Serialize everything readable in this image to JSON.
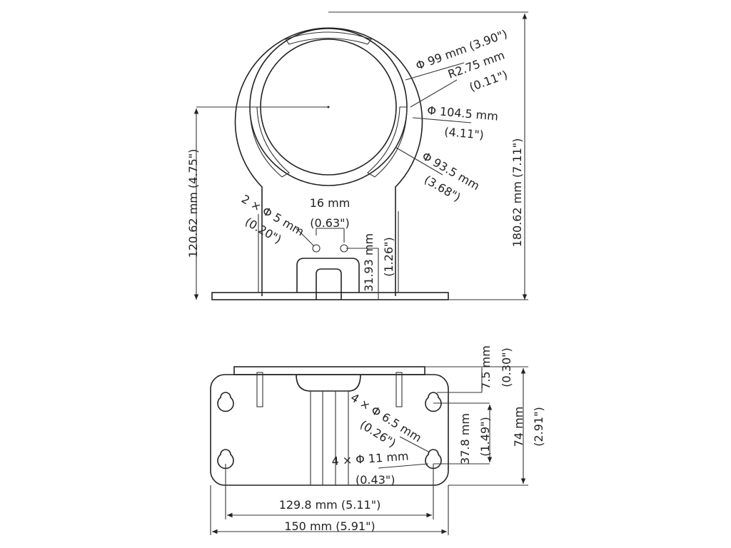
{
  "top_view": {
    "dim_height_120": "120.62 mm (4.75\")",
    "dim_height_180": "180.62 mm (7.11\")",
    "dia_99": "Φ 99 mm (3.90\")",
    "r_275_a": "R2.75 mm",
    "r_275_b": "(0.11\")",
    "dia_1045_a": "Φ 104.5 mm",
    "dia_1045_b": "(4.11\")",
    "dia_935_a": "Φ 93.5 mm",
    "dia_935_b": "(3.68\")",
    "width_16_a": "16 mm",
    "width_16_b": "(0.63\")",
    "holes_5_a": "2 × Φ 5 mm",
    "holes_5_b": "(0.20\")",
    "dim_3193_a": "31.93 mm",
    "dim_3193_b": "(1.26\")"
  },
  "bottom_view": {
    "dim_75_a": "7.5 mm",
    "dim_75_b": "(0.30\")",
    "dim_74_a": "74 mm",
    "dim_74_b": "(2.91\")",
    "dim_378_a": "37.8 mm",
    "dim_378_b": "(1.49\")",
    "holes_65_a": "4 × Φ 6.5 mm",
    "holes_65_b": "(0.26\")",
    "holes_11_a": "4 × Φ 11 mm",
    "holes_11_b": "(0.43\")",
    "dim_1298": "129.8 mm (5.11\")",
    "dim_150": "150 mm (5.91\")"
  }
}
